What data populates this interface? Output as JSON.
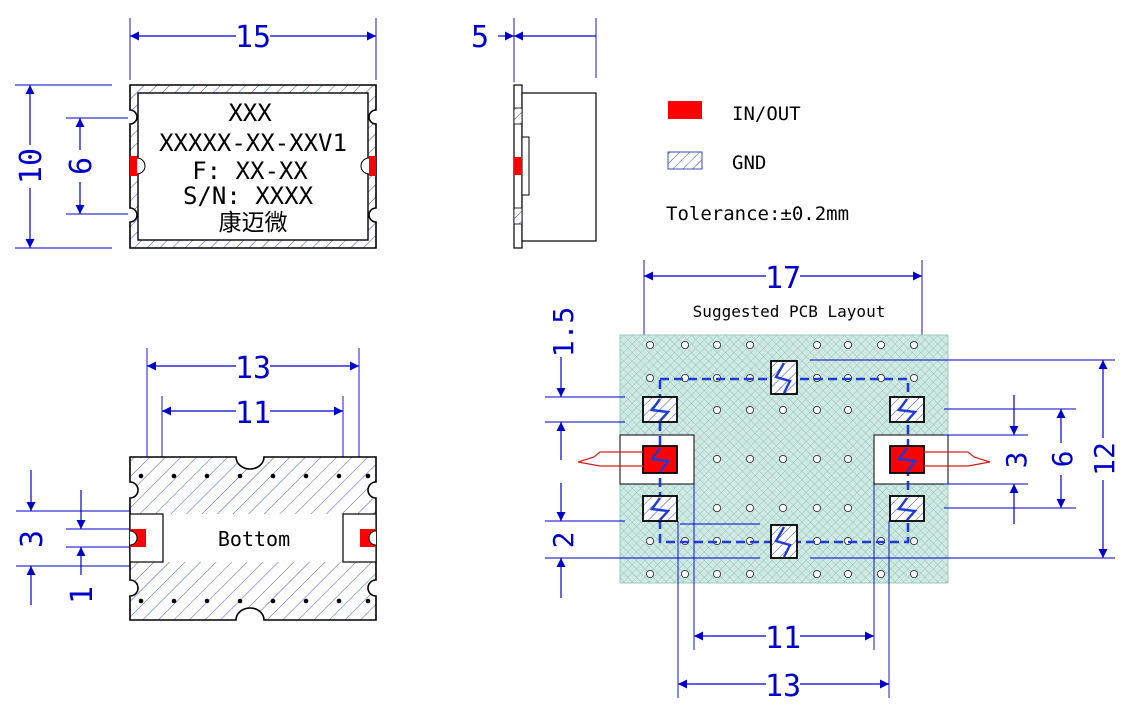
{
  "colors": {
    "dimension": "#0000c8",
    "in_out_pad": "#ff0000",
    "gnd_hatch": "#3a4fb0",
    "pcb_fill": "#cfe9e3",
    "pcb_crosshatch": "#7fb9ac",
    "trace": "#1f3bd6",
    "outline": "#000000"
  },
  "top_view": {
    "marking_lines": [
      "XXX",
      "XXXXX-XX-XXV1",
      "F: XX-XX",
      "S/N: XXXX",
      "康迈微"
    ],
    "dims": {
      "width": "15",
      "height": "10",
      "pin_pitch": "6"
    }
  },
  "side_view": {
    "dims": {
      "thickness": "5"
    }
  },
  "legend": {
    "in_out_label": "IN/OUT",
    "gnd_label": "GND",
    "tolerance": "Tolerance:±0.2mm"
  },
  "bottom_view": {
    "label": "Bottom",
    "dims": {
      "outer": "13",
      "inner": "11",
      "pad_height": "3",
      "pad_offset": "1"
    }
  },
  "pcb_layout": {
    "title": "Suggested PCB Layout",
    "dims": {
      "top_width": "17",
      "left_step": "1.5",
      "left_lower": "2",
      "right_pad": "3",
      "right_pitch": "6",
      "right_height": "12",
      "bottom_inner": "11",
      "bottom_outer": "13"
    }
  }
}
